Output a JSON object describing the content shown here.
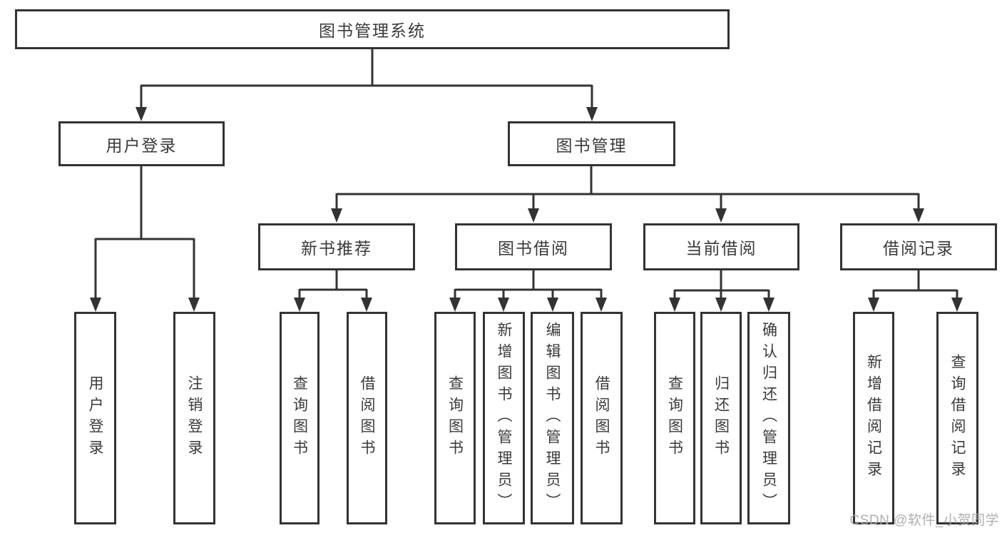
{
  "colors": {
    "line": "#333333",
    "text": "#3a3a3a",
    "box_bg": "#ffffff",
    "page_bg": "#ffffff",
    "watermark": "#a9a9a9"
  },
  "watermark": {
    "text": "CSDN @软件_小贺同学"
  },
  "tree": {
    "root": {
      "label": "图书管理系统"
    },
    "level2": [
      {
        "id": "user-login",
        "label": "用户登录"
      },
      {
        "id": "book-management",
        "label": "图书管理"
      }
    ],
    "level3": [
      {
        "id": "new-book-recommend",
        "label": "新书推荐",
        "parent": "book-management"
      },
      {
        "id": "book-borrowing",
        "label": "图书借阅",
        "parent": "book-management"
      },
      {
        "id": "current-borrowing",
        "label": "当前借阅",
        "parent": "book-management"
      },
      {
        "id": "borrowing-records",
        "label": "借阅记录",
        "parent": "book-management"
      }
    ],
    "leaves": [
      {
        "label": "用户登录",
        "parent": "user-login"
      },
      {
        "label": "注销登录",
        "parent": "user-login"
      },
      {
        "label": "查询图书",
        "parent": "new-book-recommend"
      },
      {
        "label": "借阅图书",
        "parent": "new-book-recommend"
      },
      {
        "label": "查询图书",
        "parent": "book-borrowing"
      },
      {
        "label": "新增图书（管理员）",
        "parent": "book-borrowing"
      },
      {
        "label": "编辑图书（管理员）",
        "parent": "book-borrowing"
      },
      {
        "label": "借阅图书",
        "parent": "book-borrowing"
      },
      {
        "label": "查询图书",
        "parent": "current-borrowing"
      },
      {
        "label": "归还图书",
        "parent": "current-borrowing"
      },
      {
        "label": "确认归还（管理员）",
        "parent": "current-borrowing"
      },
      {
        "label": "新增借阅记录",
        "parent": "borrowing-records"
      },
      {
        "label": "查询借阅记录",
        "parent": "borrowing-records"
      }
    ]
  }
}
